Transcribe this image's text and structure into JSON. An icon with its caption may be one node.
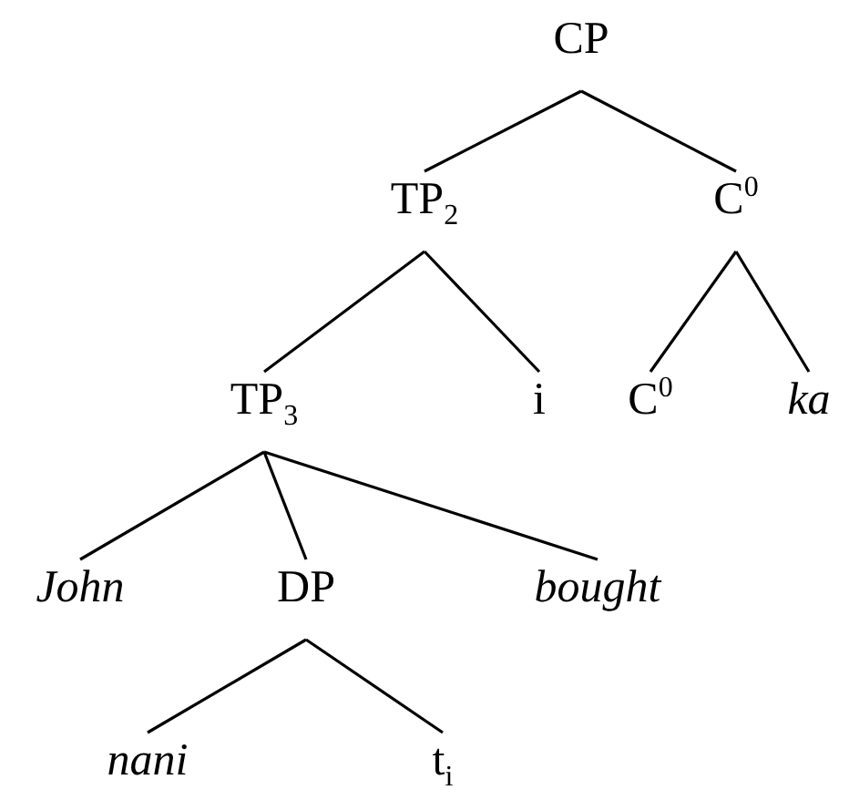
{
  "diagram": {
    "nodes": [
      {
        "text": [
          "CP"
        ]
      },
      {
        "text": [
          "TP$_{2}$"
        ]
      },
      {
        "text": [
          "C$^{0}$"
        ]
      },
      {
        "text": [
          "TP$_{3}$"
        ]
      },
      {
        "text": [
          "i"
        ]
      },
      {
        "text": [
          "C$^{0}$"
        ]
      },
      {
        "text": [
          "ka"
        ]
      },
      {
        "text": [
          "John"
        ]
      },
      {
        "text": [
          "DP"
        ]
      },
      {
        "text": [
          "bought"
        ]
      },
      {
        "text": [
          "nani"
        ]
      },
      {
        "text": [
          "t$_{i}$"
        ]
      }
    ],
    "edges": [
      {
        "from": 0,
        "to": 1,
        "arrow": "none"
      },
      {
        "from": 0,
        "to": 2,
        "arrow": "none"
      },
      {
        "from": 1,
        "to": 3,
        "arrow": "none"
      },
      {
        "from": 1,
        "to": 4,
        "arrow": "none"
      },
      {
        "from": 2,
        "to": 5,
        "arrow": "none"
      },
      {
        "from": 2,
        "to": 6,
        "arrow": "none"
      },
      {
        "from": 3,
        "to": 7,
        "arrow": "none"
      },
      {
        "from": 3,
        "to": 8,
        "arrow": "none"
      },
      {
        "from": 3,
        "to": 9,
        "arrow": "none"
      },
      {
        "from": 8,
        "to": 10,
        "arrow": "none"
      },
      {
        "from": 8,
        "to": 11,
        "arrow": "none"
      }
    ]
  }
}
